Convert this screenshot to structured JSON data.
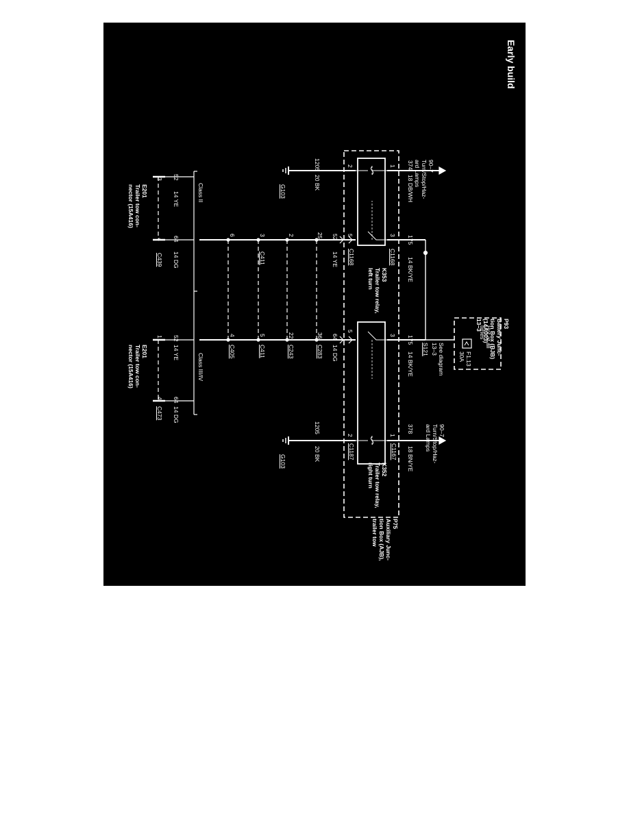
{
  "diagram": {
    "title": "Early build",
    "colors": {
      "background": "#000000",
      "wire": "#ffffff"
    },
    "p93": {
      "ref": "P93",
      "name": [
        "Battery Junc-",
        "tion Box (BJB)",
        "(14A003)",
        "13–3"
      ],
      "hot": [
        "Hot at all",
        "times"
      ],
      "fuse": "F1.13",
      "amp": "30A"
    },
    "p75": {
      "ref": "P75",
      "name": [
        "Auxiliary Junc-",
        "tion Box (AJB),",
        "trailer tow"
      ]
    },
    "splice": {
      "see": [
        "See diagram",
        "13–3"
      ],
      "ref": "S121"
    },
    "lamps_left": {
      "ref": "90–7",
      "lines": [
        "Turn/Stop/Haz-",
        "ard Lamps"
      ]
    },
    "lamps_right": {
      "ref": "90–7",
      "lines": [
        "Turn/Stop/Haz-",
        "ard Lamps"
      ]
    },
    "k353": {
      "ref": "K353",
      "lines": [
        "Trailer tow relay,",
        "left turn"
      ],
      "conn_top": "C1168",
      "conn_bottom": "C1168"
    },
    "k352": {
      "ref": "K352",
      "lines": [
        "Trailer tow relay,",
        "right turn"
      ],
      "conn_top": "C1167",
      "conn_bottom": "C1187"
    },
    "wires": {
      "w374": {
        "circuit": "374",
        "color": "18 DB/WH",
        "pin": "1"
      },
      "w1205L": {
        "circuit": "1205",
        "color": "20 BK",
        "pin": "2"
      },
      "w175L": {
        "circuit": "175",
        "color": "14 BK/YE",
        "pin": "3"
      },
      "w52L": {
        "circuit": "52",
        "color": "14 YE",
        "pin": "5"
      },
      "w175R": {
        "circuit": "175",
        "color": "14 BK/YE",
        "pin": "3"
      },
      "w64R": {
        "circuit": "64",
        "color": "14 DG",
        "pin": "5"
      },
      "w378": {
        "circuit": "378",
        "color": "18 BN/YE",
        "pin": "1"
      },
      "w1205R": {
        "circuit": "1205",
        "color": "20 BK",
        "pin": "2"
      }
    },
    "grounds": {
      "left": "G103",
      "right": "G103"
    },
    "connectors": {
      "c283": {
        "ref": "C283",
        "left": "25",
        "right": "36"
      },
      "c243": {
        "ref": "C243",
        "left": "2",
        "right": "22"
      },
      "c411": {
        "ref": "C411",
        "right": "5"
      },
      "c411_left": {
        "ref": "C411",
        "left": "3"
      },
      "c405": {
        "ref": "C405",
        "left": "6",
        "right": "4"
      }
    },
    "class_ii": {
      "label": "Class II"
    },
    "class_iii": {
      "label": "Class III/IV"
    },
    "e201_left": {
      "ref": "E201",
      "lines": [
        "Trailer tow con-",
        "nector (15A416)"
      ],
      "a": {
        "circuit": "52",
        "color": "14 YE",
        "pin": "3"
      },
      "b": {
        "circuit": "64",
        "color": "14 DG",
        "pin": "4",
        "conn": "C439"
      }
    },
    "e201_right": {
      "ref": "E201",
      "lines": [
        "Trailer tow con-",
        "nector (15A416)"
      ],
      "a": {
        "circuit": "52",
        "color": "14 YE",
        "pin": "1"
      },
      "b": {
        "circuit": "64",
        "color": "14 DG",
        "pin": "4",
        "conn": "C473"
      }
    }
  }
}
